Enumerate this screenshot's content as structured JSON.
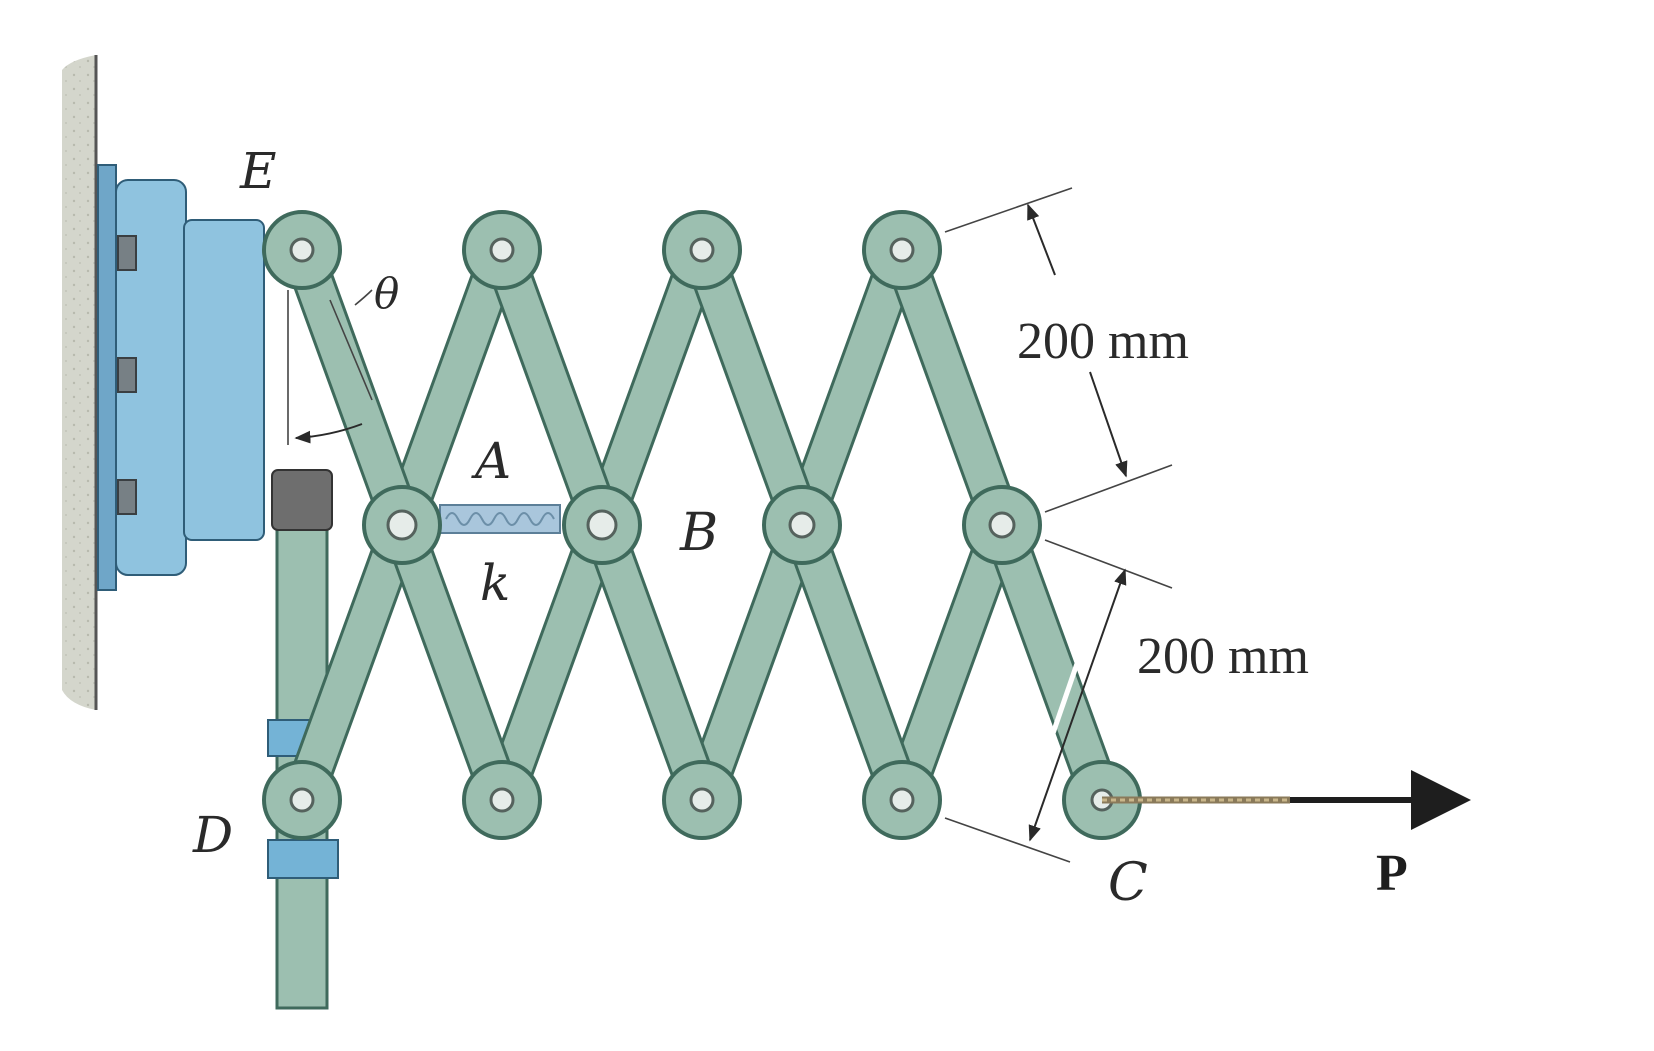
{
  "labels": {
    "E": "E",
    "D": "D",
    "A": "A",
    "B": "B",
    "C": "C",
    "k": "k",
    "theta": "θ",
    "P": "P",
    "dim_top": "200 mm",
    "dim_bottom": "200 mm"
  },
  "colors": {
    "link_fill": "#9cbfb0",
    "link_stroke": "#3f6a5c",
    "bracket": "#8fc3df",
    "wall": "#d4d6cc",
    "spring": "#a9c6dc"
  }
}
